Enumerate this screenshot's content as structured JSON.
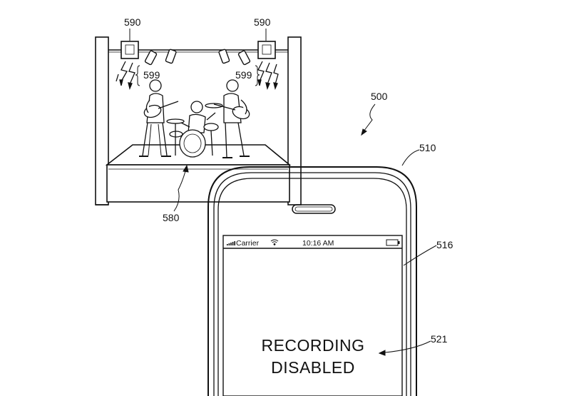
{
  "figure": {
    "ref_system": "500",
    "ref_phone": "510",
    "ref_display": "516",
    "ref_message": "521",
    "ref_venue": "580",
    "ref_emitter_left": "590",
    "ref_emitter_right": "590",
    "ref_signal_left": "599",
    "ref_signal_right": "599"
  },
  "phone": {
    "status_bar": {
      "carrier": "Carrier",
      "time": "10:16 AM",
      "signal_icon": "signal-bars-icon",
      "wifi_icon": "wifi-icon",
      "battery_icon": "battery-icon"
    },
    "message_line1": "RECORDING",
    "message_line2": "DISABLED"
  }
}
